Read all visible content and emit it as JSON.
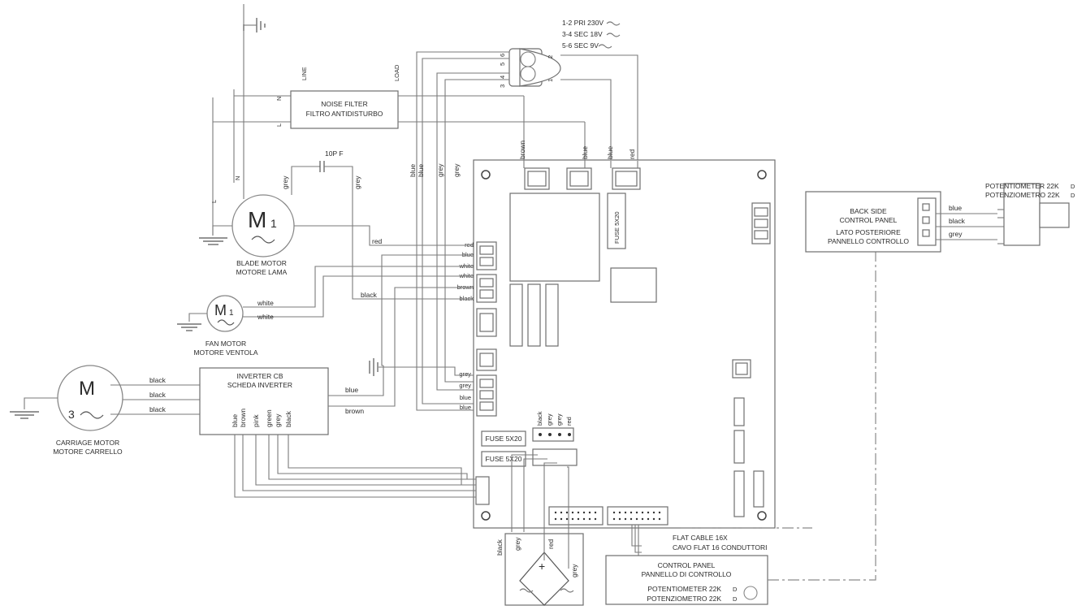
{
  "transformer": {
    "line1": "1-2 PRI 230V",
    "line2": "3-4 SEC 18V",
    "line3": "5-6 SEC 9V",
    "pins_left": [
      "3",
      "4",
      "5",
      "6"
    ],
    "pin_right_top": "2",
    "pin_right_bottom": "1"
  },
  "noise_filter": {
    "title_en": "NOISE FILTER",
    "title_it": "FILTRO ANTIDISTURBO",
    "line": "LINE",
    "load": "LOAD",
    "n": "N",
    "l": "L"
  },
  "mains": {
    "n": "N",
    "l": "L"
  },
  "capacitor": "10P F",
  "blade_motor": {
    "symbol": "M",
    "sub": "1",
    "label_en": "BLADE MOTOR",
    "label_it": "MOTORE LAMA"
  },
  "fan_motor": {
    "symbol": "M",
    "sub": "1",
    "label_en": "FAN MOTOR",
    "label_it": "MOTORE VENTOLA"
  },
  "carriage_motor": {
    "symbol": "M",
    "sub": "3",
    "label_en": "CARRIAGE MOTOR",
    "label_it": "MOTORE CARRELLO"
  },
  "inverter": {
    "title_en": "INVERTER CB",
    "title_it": "SCHEDA INVERTER",
    "bottom_wires": [
      "blue",
      "brown",
      "pink",
      "green",
      "grey",
      "black"
    ],
    "motor_wires": [
      "black",
      "black",
      "black"
    ],
    "out_wires": [
      "blue",
      "brown"
    ]
  },
  "wires": {
    "grey": "grey",
    "red": "red",
    "black": "black",
    "white": "white",
    "blue": "blue",
    "brown": "brown"
  },
  "board": {
    "top_wires": [
      "brown",
      "blue",
      "blue",
      "red"
    ],
    "vertical_wires": [
      "blue",
      "blue",
      "grey",
      "grey"
    ],
    "left_group1": [
      "red",
      "blue",
      "white",
      "white",
      "brown",
      "black"
    ],
    "left_group2": [
      "grey",
      "grey",
      "blue",
      "blue"
    ],
    "conn_wires": [
      "black",
      "grey",
      "grey",
      "red"
    ],
    "fuse_top": "FUSE 5X20",
    "fuse_1": "FUSE 5X20",
    "fuse_2": "FUSE 5X20"
  },
  "bridge": {
    "wires": [
      "black",
      "grey",
      "red",
      "grey"
    ],
    "plus": "+"
  },
  "flat_cable": {
    "en": "FLAT CABLE 16X",
    "it": "CAVO FLAT 16 CONDUTTORI"
  },
  "control_panel": {
    "title_en": "CONTROL PANEL",
    "title_it": "PANNELLO DI CONTROLLO",
    "pot_en": "POTENTIOMETER 22K",
    "pot_it": "POTENZIOMETRO 22K",
    "marks": [
      "D",
      "D"
    ]
  },
  "back_panel": {
    "line1": "BACK SIDE",
    "line2": "CONTROL PANEL",
    "line3": "LATO POSTERIORE",
    "line4": "PANNELLO CONTROLLO",
    "wires": [
      "blue",
      "black",
      "grey"
    ]
  },
  "pot_top": {
    "en": "POTENTIOMETER 22K",
    "it": "POTENZIOMETRO 22K",
    "marks": [
      "D",
      "D"
    ]
  }
}
